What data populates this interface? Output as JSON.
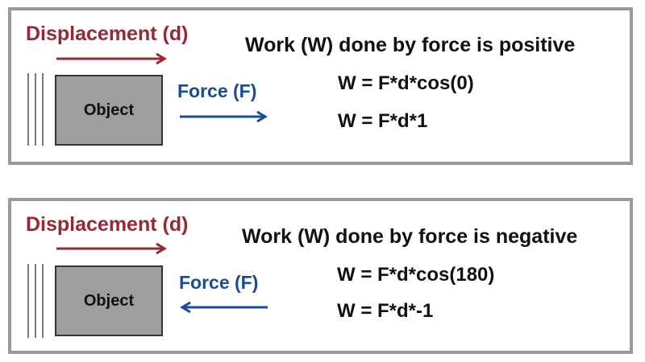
{
  "panels": [
    {
      "displacement_label": "Displacement (d)",
      "force_label": "Force (F)",
      "object_label": "Object",
      "title": "Work (W) done by force is positive",
      "equations": [
        "W = F*d*cos(0)",
        "W = F*d*1"
      ],
      "force_direction": "right"
    },
    {
      "displacement_label": "Displacement (d)",
      "force_label": "Force (F)",
      "object_label": "Object",
      "title": "Work (W) done by force is negative",
      "equations": [
        "W = F*d*cos(180)",
        "W = F*d*-1"
      ],
      "force_direction": "left"
    }
  ],
  "colors": {
    "displacement": "#9b2634",
    "force": "#1a4b99",
    "panel_border": "#9a9a9a",
    "object_fill": "#9e9e9e"
  }
}
